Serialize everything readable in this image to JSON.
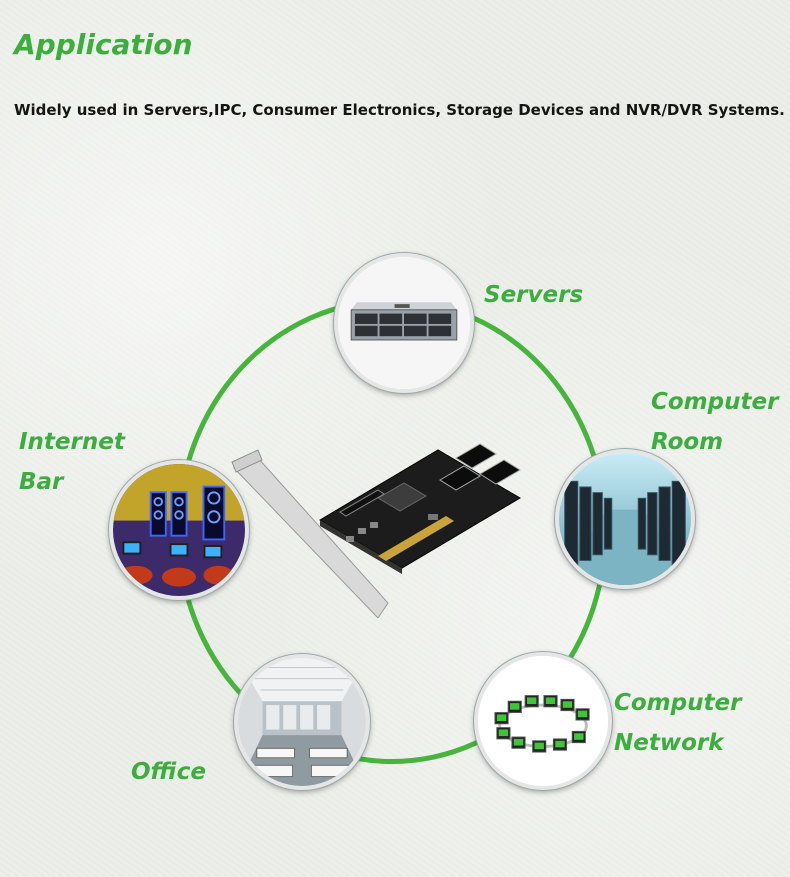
{
  "heading": "Application",
  "description": "Widely used in Servers,IPC, Consumer Electronics, Storage Devices and NVR/DVR Systems.",
  "applications": [
    {
      "lines": [
        "Servers"
      ]
    },
    {
      "lines": [
        "Computer",
        "Room"
      ]
    },
    {
      "lines": [
        "Computer",
        "Network"
      ]
    },
    {
      "lines": [
        "Office"
      ]
    },
    {
      "lines": [
        "Internet",
        "Bar"
      ]
    }
  ],
  "colors": {
    "accent": "#3cae3e",
    "ring": "#45b53c",
    "text": "#151515"
  }
}
